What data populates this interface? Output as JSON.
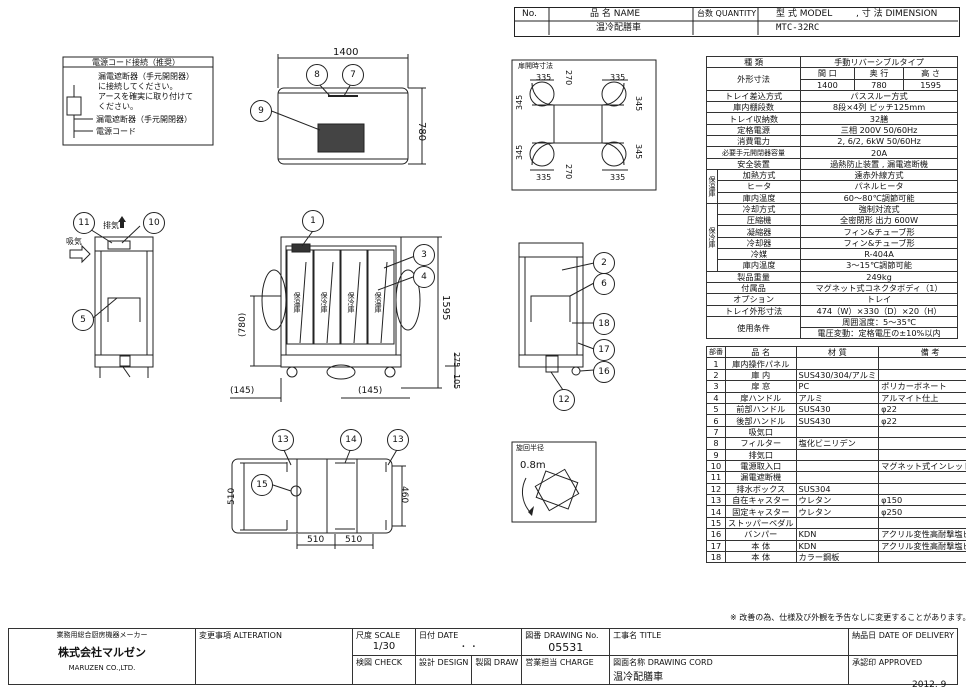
{
  "header": {
    "no_label": "No.",
    "name_label": "品 名 NAME",
    "qty_label": "台数 QUANTITY",
    "model_label": "型 式 MODEL",
    "dim_label": ", 寸 法 DIMENSION",
    "name_value": "温冷配膳車",
    "model_value": "MTC-32RC"
  },
  "power_note": {
    "title": "電源コード接続（推奨）",
    "line1": "漏電遮断器（手元開閉器）",
    "line2": "に接続してください。",
    "line3": "アースを確実に取り付けて",
    "line4": "ください。",
    "breaker_label": "漏電遮断器（手元開閉器）",
    "cord_label": "電源コード"
  },
  "door_box": {
    "title": "扉開時寸法",
    "d335a": "335",
    "d270a": "270",
    "d335b": "335",
    "d345a": "345",
    "d345b": "345",
    "d345c": "345",
    "d345d": "345",
    "d335c": "335",
    "d270b": "270",
    "d335d": "335"
  },
  "turn_box": {
    "title": "旋回半径",
    "radius": "0.8m"
  },
  "dims": {
    "top_width": "1400",
    "top_depth": "780",
    "height": "1595",
    "side_780": "(780)",
    "d145a": "(145)",
    "d145b": "(145)",
    "d275": "275",
    "d105": "105",
    "d510h": "510",
    "d460": "460",
    "d510a": "510",
    "d510b": "510"
  },
  "view_labels": {
    "exhaust": "排気",
    "intake": "吸気",
    "keeper1": "保温庫",
    "keeper2": "保冷庫",
    "keeper3": "保冷庫",
    "keeper4": "保温庫"
  },
  "balloons": [
    "1",
    "2",
    "3",
    "4",
    "5",
    "6",
    "7",
    "8",
    "9",
    "10",
    "11",
    "12",
    "13",
    "14",
    "13",
    "15",
    "16",
    "17",
    "18"
  ],
  "spec": {
    "kind_label": "種 類",
    "kind_value": "手動リバーシブルタイプ",
    "outer_label": "外形寸法",
    "w_label": "間 口",
    "d_label": "奥 行",
    "h_label": "高 さ",
    "w_value": "1400",
    "d_value": "780",
    "h_value": "1595",
    "tray_in_label": "トレイ差込方式",
    "tray_in_value": "パススルー方式",
    "shelf_label": "庫内棚段数",
    "shelf_value": "8段×4列 ピッチ125mm",
    "cap_label": "トレイ収納数",
    "cap_value": "32膳",
    "power_label": "定格電源",
    "power_value": "三相 200V 50/60Hz",
    "consume_label": "消費電力",
    "consume_value": "2, 6/2, 6kW 50/60Hz",
    "breaker_label": "必要手元開閉器容量",
    "breaker_value": "20A",
    "safety_label": "安全装置",
    "safety_value": "過熱防止装置 , 漏電遮断機",
    "warm_group": "保温庫",
    "heat_method_label": "加熱方式",
    "heat_method_value": "遠赤外線方式",
    "heater_label": "ヒータ",
    "heater_value": "パネルヒータ",
    "warm_temp_label": "庫内温度",
    "warm_temp_value": "60〜80℃調節可能",
    "cool_group": "保冷庫",
    "cool_method_label": "冷却方式",
    "cool_method_value": "強制対流式",
    "comp_label": "圧縮機",
    "comp_value": "全密閉形 出力 600W",
    "cond_label": "凝縮器",
    "cond_value": "フィン&チューブ形",
    "evap_label": "冷却器",
    "evap_value": "フィン&チューブ形",
    "refr_label": "冷媒",
    "refr_value": "R-404A",
    "cool_temp_label": "庫内温度",
    "cool_temp_value": "3〜15℃調節可能",
    "weight_label": "製品重量",
    "weight_value": "249kg",
    "acc_label": "付属品",
    "acc_value": "マグネット式コネクタボディ（1）",
    "opt_label": "オプション",
    "opt_value": "トレイ",
    "tray_dim_label": "トレイ外形寸法",
    "tray_dim_value": "474（W）×330（D）×20（H）",
    "cond_use_label": "使用条件",
    "cond_use_value1": "周囲温度：5〜35℃",
    "cond_use_value2": "電圧変動：定格電圧の±10%以内"
  },
  "parts_header": {
    "no": "部番",
    "name": "品 名",
    "mat": "材 質",
    "note": "備 考"
  },
  "parts": [
    {
      "no": "1",
      "name": "庫内操作パネル",
      "mat": "",
      "note": ""
    },
    {
      "no": "2",
      "name": "庫 内",
      "mat": "SUS430/304/アルミ",
      "note": ""
    },
    {
      "no": "3",
      "name": "扉 窓",
      "mat": "PC",
      "note": "ポリカーボネート"
    },
    {
      "no": "4",
      "name": "扉ハンドル",
      "mat": "アルミ",
      "note": "アルマイト仕上"
    },
    {
      "no": "5",
      "name": "前部ハンドル",
      "mat": "SUS430",
      "note": "φ22"
    },
    {
      "no": "6",
      "name": "後部ハンドル",
      "mat": "SUS430",
      "note": "φ22"
    },
    {
      "no": "7",
      "name": "吸気口",
      "mat": "",
      "note": ""
    },
    {
      "no": "8",
      "name": "フィルター",
      "mat": "塩化ビニリデン",
      "note": ""
    },
    {
      "no": "9",
      "name": "排気口",
      "mat": "",
      "note": ""
    },
    {
      "no": "10",
      "name": "電源取入口",
      "mat": "",
      "note": "マグネット式インレット"
    },
    {
      "no": "11",
      "name": "漏電遮断機",
      "mat": "",
      "note": ""
    },
    {
      "no": "12",
      "name": "排水ボックス",
      "mat": "SUS304",
      "note": ""
    },
    {
      "no": "13",
      "name": "自在キャスター",
      "mat": "ウレタン",
      "note": "φ150"
    },
    {
      "no": "14",
      "name": "固定キャスター",
      "mat": "ウレタン",
      "note": "φ250"
    },
    {
      "no": "15",
      "name": "ストッパーペダル",
      "mat": "",
      "note": ""
    },
    {
      "no": "16",
      "name": "バンパー",
      "mat": "KDN",
      "note": "アクリル変性高耐撃塩ビ板"
    },
    {
      "no": "17",
      "name": "本 体",
      "mat": "KDN",
      "note": "アクリル変性高耐撃塩ビ板"
    },
    {
      "no": "18",
      "name": "本 体",
      "mat": "カラー鋼板",
      "note": ""
    }
  ],
  "notice": "※ 改善の為、仕様及び外観を予告なしに変更することがあります。",
  "footer": {
    "maker": "業務用総合厨房機器メーカー",
    "company": "株式会社マルゼン",
    "company_en": "MARUZEN CO.,LTD.",
    "alter_label": "変更事項 ALTERATION",
    "scale_label": "尺度 SCALE",
    "scale_value": "1/30",
    "date_label": "日付 DATE",
    "date_value": "・  ・",
    "drawno_label": "図番 DRAWING No.",
    "drawno_value": "05531",
    "title_label": "工事名 TITLE",
    "delivery_label": "納品日 DATE OF DELIVERY",
    "check_label": "検図 CHECK",
    "design_label": "設計 DESIGN",
    "draw_label": "製図 DRAW",
    "charge_label": "営業担当 CHARGE",
    "cord_label": "図面名称 DRAWING CORD",
    "cord_value": "温冷配膳車",
    "approved_label": "承認印 APPROVED",
    "year": "2012. 9"
  }
}
